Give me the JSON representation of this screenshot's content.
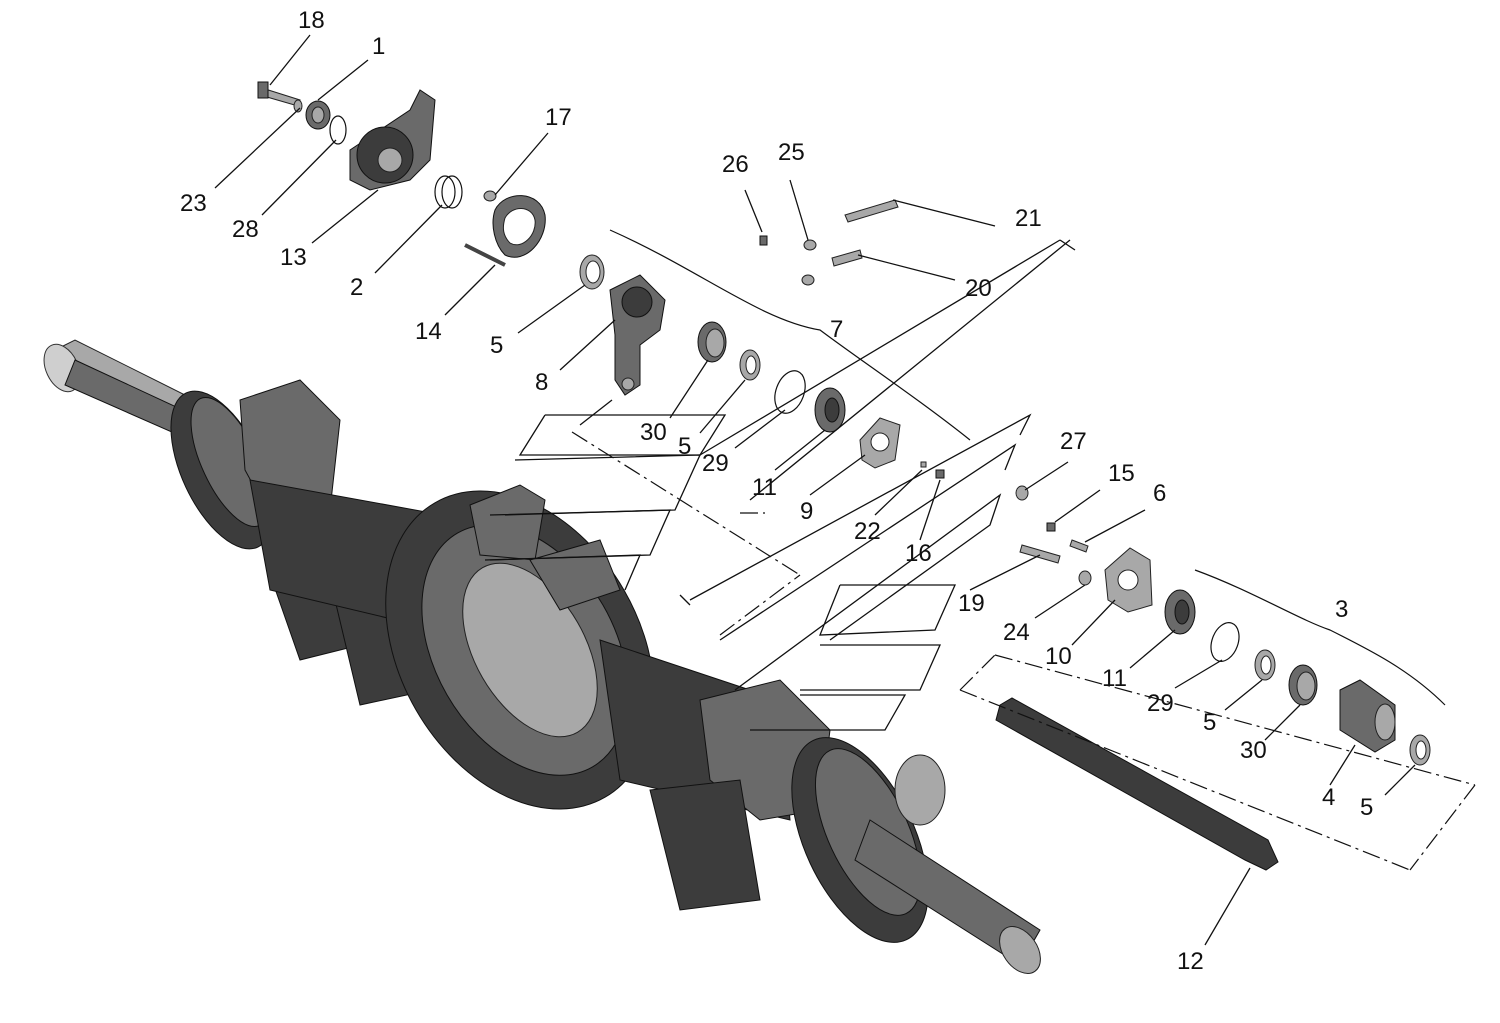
{
  "callouts": {
    "c1": "1",
    "c2": "2",
    "c3": "3",
    "c4": "4",
    "c5a": "5",
    "c5b": "5",
    "c5c": "5",
    "c5d": "5",
    "c6": "6",
    "c7": "7",
    "c8": "8",
    "c9": "9",
    "c10": "10",
    "c11a": "11",
    "c11b": "11",
    "c12": "12",
    "c13": "13",
    "c14": "14",
    "c15": "15",
    "c16": "16",
    "c17": "17",
    "c18": "18",
    "c19": "19",
    "c20": "20",
    "c21": "21",
    "c22": "22",
    "c23": "23",
    "c24": "24",
    "c25": "25",
    "c26": "26",
    "c27": "27",
    "c28": "28",
    "c29a": "29",
    "c29b": "29",
    "c30a": "30",
    "c30b": "30"
  },
  "colors": {
    "part_dark": "#3c3c3c",
    "part_mid": "#6a6a6a",
    "part_light": "#a8a8a8",
    "ink": "#111111"
  }
}
